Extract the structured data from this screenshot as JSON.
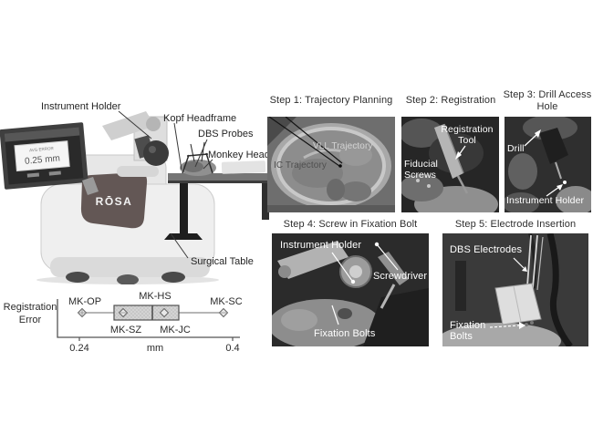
{
  "scene": {
    "labels": {
      "instrument_holder": "Instrument Holder",
      "kopf_headframe": "Kopf Headframe",
      "dbs_probes": "DBS Probes",
      "monkey_head": "Monkey Head",
      "surgical_table": "Surgical Table"
    },
    "robot_screen": {
      "caption": "AVG ERROR",
      "value": "0.25 mm"
    },
    "robot_brand": "RŌSA"
  },
  "boxplot": {
    "ylabel_lines": [
      "Registration",
      "Error"
    ],
    "xlabel": "mm",
    "ticks": [
      "0.24",
      "0.4"
    ],
    "labels_above": [
      "MK-OP",
      "MK-HS",
      "MK-SC"
    ],
    "labels_below": [
      "MK-SZ",
      "MK-JC"
    ]
  },
  "steps": [
    {
      "title": "Step 1: Trajectory Planning",
      "photo_labels": [
        "VLL Trajectory",
        "IC Trajectory"
      ]
    },
    {
      "title": "Step 2: Registration",
      "photo_labels": [
        "Registration Tool",
        "Fiducial Screws"
      ]
    },
    {
      "title": "Step 3: Drill Access Hole",
      "photo_labels": [
        "Drill",
        "Instrument Holder"
      ]
    },
    {
      "title": "Step 4: Screw in Fixation Bolt",
      "photo_labels": [
        "Instrument Holder",
        "Screwdriver",
        "Fixation Bolts"
      ]
    },
    {
      "title": "Step 5: Electrode Insertion",
      "photo_labels": [
        "DBS Electrodes",
        "Fixation Bolts"
      ]
    }
  ],
  "chart_data": {
    "type": "boxplot",
    "orientation": "horizontal",
    "axis_label": "Registration Error",
    "unit": "mm",
    "xlim": [
      0.24,
      0.4
    ],
    "ticks": [
      0.24,
      0.4
    ],
    "box": {
      "q1": 0.28,
      "median": 0.32,
      "q3": 0.34,
      "whisker_low": 0.25,
      "whisker_high": 0.39
    },
    "points": [
      {
        "subject": "MK-OP",
        "registration_error_mm": 0.25
      },
      {
        "subject": "MK-SZ",
        "registration_error_mm": 0.29
      },
      {
        "subject": "MK-HS",
        "registration_error_mm": 0.32
      },
      {
        "subject": "MK-JC",
        "registration_error_mm": 0.33
      },
      {
        "subject": "MK-SC",
        "registration_error_mm": 0.39
      }
    ],
    "grid": false,
    "legend": false
  }
}
